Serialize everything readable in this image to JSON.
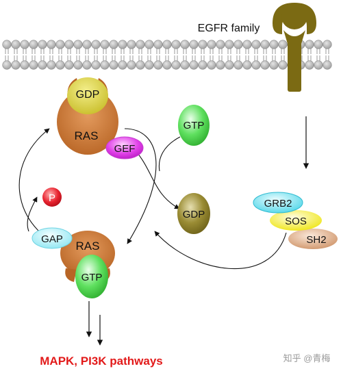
{
  "membrane": {
    "receptor_label": "EGFR family"
  },
  "inactive_ras": {
    "nucleotide": "GDP",
    "protein": "RAS",
    "exchange_factor": "GEF"
  },
  "free_nucleotides": {
    "incoming": "GTP",
    "released": "GDP"
  },
  "adaptor_complex": {
    "grb2": "GRB2",
    "sos": "SOS",
    "sh2": "SH2"
  },
  "active_ras": {
    "protein": "RAS",
    "nucleotide": "GTP",
    "activating_protein": "GAP"
  },
  "phosphate": {
    "label": "P"
  },
  "output": {
    "label": "MAPK, PI3K pathways"
  },
  "watermark": {
    "text": "知乎 @青梅"
  },
  "colors": {
    "lipid_head": "#b3b3b3",
    "ras": "#cc7a3a",
    "gdp_bound": "#d2c93a",
    "gtp": "#5fe05f",
    "gef": "#e040e8",
    "gdp_free": "#8d7f2a",
    "grb2": "#6ee0ee",
    "sos": "#f4f01e",
    "sh2": "#d9a883",
    "gap": "#a8f0f8",
    "phosphate": "#e8232f",
    "receptor": "#7b6a13",
    "output_text": "#e21a1a"
  },
  "icons": {
    "receptor": "y-shaped-receptor-icon",
    "arrow": "arrowhead-icon"
  }
}
